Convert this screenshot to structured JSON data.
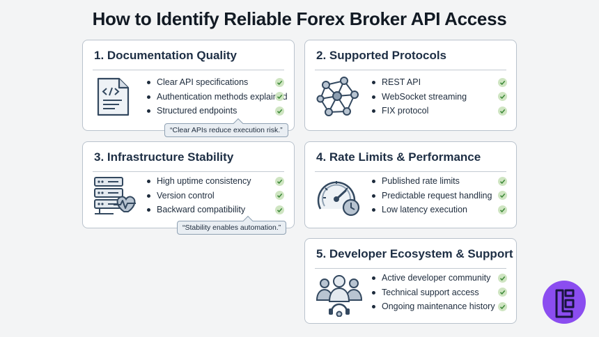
{
  "title": "How to Identify Reliable Forex Broker API Access",
  "cards": [
    {
      "title": "1. Documentation Quality",
      "icon": "document-code-icon",
      "items": [
        "Clear API specifications",
        "Authentication methods explained",
        "Structured endpoints"
      ],
      "quote": "“Clear APIs reduce execution risk.”"
    },
    {
      "title": "2. Supported Protocols",
      "icon": "network-nodes-icon",
      "items": [
        "REST API",
        "WebSocket streaming",
        "FIX protocol"
      ]
    },
    {
      "title": "3. Infrastructure Stability",
      "icon": "server-heartbeat-icon",
      "items": [
        "High uptime consistency",
        "Version control",
        "Backward compatibility"
      ],
      "quote": "“Stability enables automation.”"
    },
    {
      "title": "4. Rate Limits & Performance",
      "icon": "speedometer-clock-icon",
      "items": [
        "Published rate limits",
        "Predictable request handling",
        "Low latency execution"
      ]
    },
    {
      "title": "5. Developer Ecosystem & Support",
      "icon": "community-support-icon",
      "items": [
        "Active developer community",
        "Technical support access",
        "Ongoing maintenance history"
      ]
    }
  ],
  "colors": {
    "check_bg": "#cfe5c2",
    "check_mark": "#3f8a3a",
    "logo_bg": "#8b4df0",
    "icon_stroke": "#33485f"
  }
}
